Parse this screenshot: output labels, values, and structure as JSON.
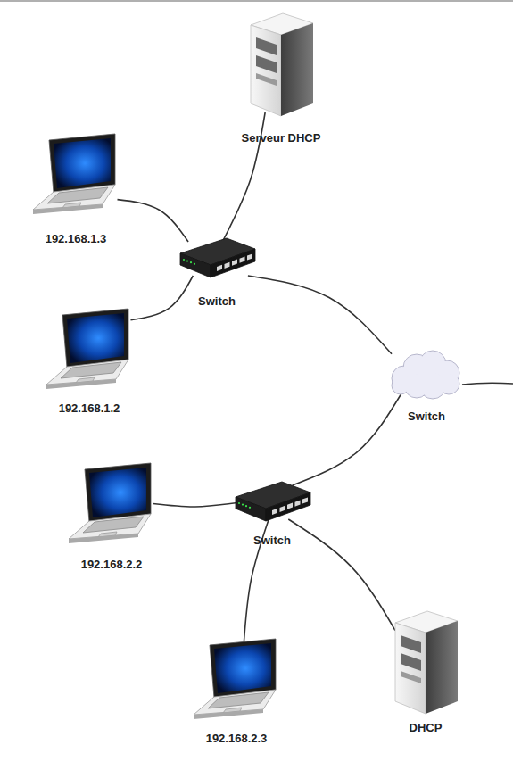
{
  "diagram": {
    "nodes": [
      {
        "text": [
          "Serveur DHCP"
        ]
      },
      {
        "text": [
          "192.168.1.3"
        ]
      },
      {
        "text": [
          "Switch"
        ]
      },
      {
        "text": [
          "192.168.1.2"
        ]
      },
      {
        "text": [
          "Switch"
        ]
      },
      {
        "text": [
          "192.168.2.2"
        ]
      },
      {
        "text": [
          "Switch"
        ]
      },
      {
        "text": [
          "192.168.2.3"
        ]
      },
      {
        "text": [
          "DHCP"
        ]
      }
    ],
    "edges": [
      {
        "from": 0,
        "to": 2,
        "arrow": "none"
      },
      {
        "from": 1,
        "to": 2,
        "arrow": "none"
      },
      {
        "from": 3,
        "to": 2,
        "arrow": "none"
      },
      {
        "from": 2,
        "to": 4,
        "arrow": "none"
      },
      {
        "from": 6,
        "to": 4,
        "arrow": "none"
      },
      {
        "from": 5,
        "to": 6,
        "arrow": "none"
      },
      {
        "from": 7,
        "to": 6,
        "arrow": "none"
      },
      {
        "from": 8,
        "to": 6,
        "arrow": "none"
      }
    ]
  }
}
